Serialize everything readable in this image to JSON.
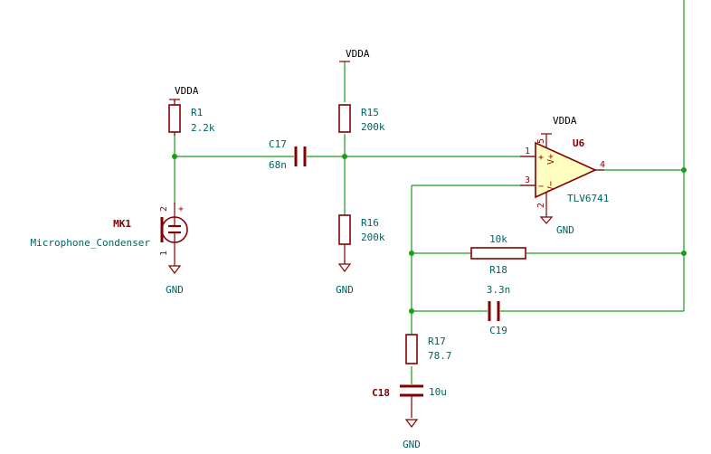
{
  "nets": {
    "vdda": "VDDA",
    "gnd": "GND"
  },
  "components": {
    "r1": {
      "ref": "R1",
      "value": "2.2k"
    },
    "r15": {
      "ref": "R15",
      "value": "200k"
    },
    "r16": {
      "ref": "R16",
      "value": "200k"
    },
    "r17": {
      "ref": "R17",
      "value": "78.7"
    },
    "r18": {
      "ref": "R18",
      "value": "10k"
    },
    "c17": {
      "ref": "C17",
      "value": "68n"
    },
    "c18": {
      "ref": "C18",
      "value": "10u"
    },
    "c19": {
      "ref": "C19",
      "value": "3.3n"
    },
    "mk1": {
      "ref": "MK1",
      "value": "Microphone_Condenser"
    },
    "u6": {
      "ref": "U6",
      "value": "TLV6741"
    }
  },
  "pins": {
    "mk1_top": "2",
    "mk1_bot": "1",
    "u6_in_plus": "1",
    "u6_in_minus": "3",
    "u6_out": "4",
    "u6_vplus": "5",
    "u6_vminus": "2",
    "u6_plus_sign": "+",
    "u6_minus_sign": "−",
    "u6_vp_label": "V+",
    "u6_vm_label": "V−",
    "mk1_plus_sign": "+"
  }
}
